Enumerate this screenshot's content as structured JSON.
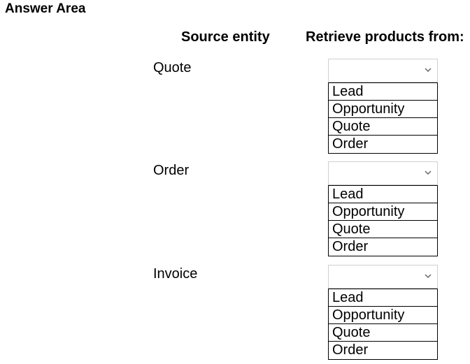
{
  "title": "Answer Area",
  "headers": {
    "source": "Source entity",
    "target": "Retrieve products from:"
  },
  "rows": [
    {
      "entity": "Quote",
      "selected": "",
      "options": [
        "Lead",
        "Opportunity",
        "Quote",
        "Order"
      ],
      "icon": "chevron-down-icon"
    },
    {
      "entity": "Order",
      "selected": "",
      "options": [
        "Lead",
        "Opportunity",
        "Quote",
        "Order"
      ],
      "icon": "chevron-down-icon"
    },
    {
      "entity": "Invoice",
      "selected": "",
      "options": [
        "Lead",
        "Opportunity",
        "Quote",
        "Order"
      ],
      "icon": "chevron-down-icon"
    }
  ],
  "colors": {
    "text": "#000000",
    "select_border": "#d0d0d0",
    "option_border": "#000000",
    "chevron": "#666666"
  }
}
